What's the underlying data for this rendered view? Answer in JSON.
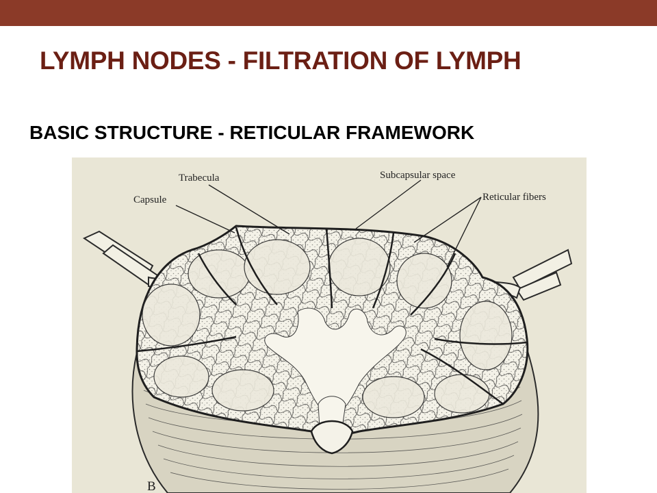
{
  "slide": {
    "title": "LYMPH NODES - FILTRATION OF LYMPH",
    "subtitle": "BASIC STRUCTURE - RETICULAR FRAMEWORK"
  },
  "figure": {
    "labels": {
      "trabecula": "Trabecula",
      "subcapsular_space": "Subcapsular space",
      "capsule": "Capsule",
      "reticular_fibers": "Reticular fibers"
    },
    "panel_letter": "B"
  },
  "colors": {
    "accent_bar": "#8b3a28",
    "title": "#6b1f14",
    "figure_bg": "#e9e6d6",
    "ink": "#2a2a2a"
  }
}
